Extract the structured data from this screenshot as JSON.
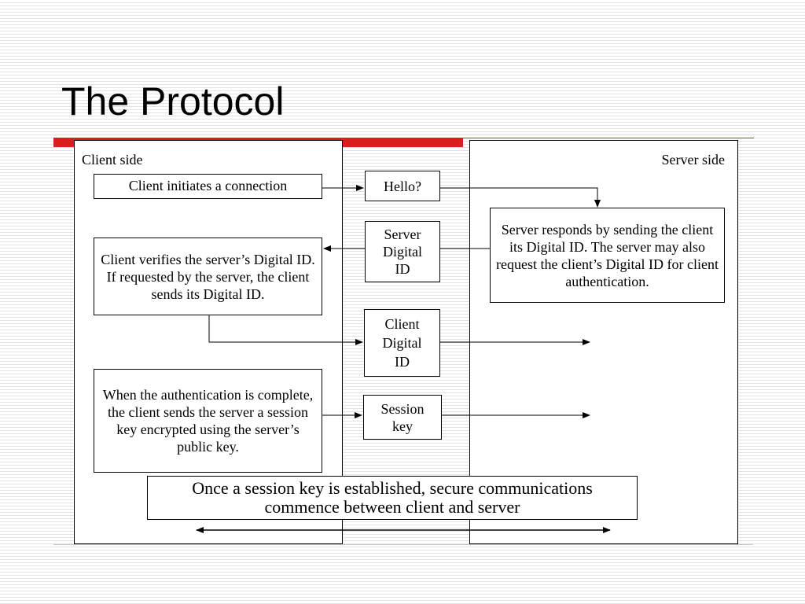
{
  "title": "The Protocol",
  "client_label": "Client side",
  "server_label": "Server side",
  "client_steps": {
    "connect": "Client initiates a connection",
    "verify": "Client verifies the server’s Digital ID. If requested by the server, the client sends its Digital ID.",
    "session": "When the authentication is complete, the client sends the server a session key encrypted using the server’s public key."
  },
  "server_steps": {
    "respond": "Server responds by sending the client its Digital ID. The server may also request the client’s Digital ID for client authentication."
  },
  "messages": {
    "hello": "Hello?",
    "server_id": "Server Digital ID",
    "client_id": "Client Digital ID",
    "session_key": "Session key"
  },
  "conclusion": "Once a session key is established, secure communications commence between client and server",
  "colors": {
    "accent_bar": "#d81e1e",
    "stripe": "#e3e3e3"
  }
}
